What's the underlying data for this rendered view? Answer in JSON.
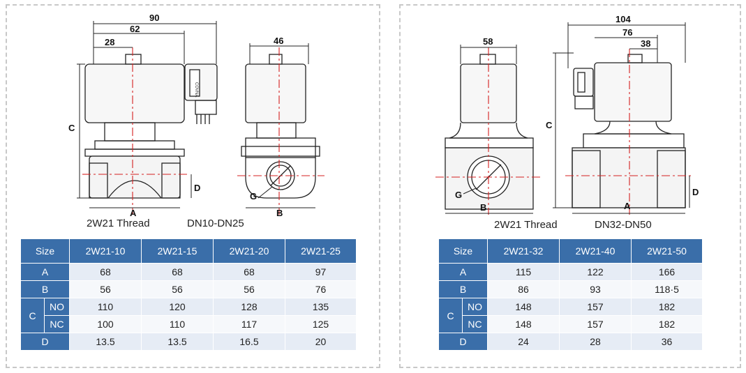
{
  "left": {
    "caption_model": "2W21 Thread",
    "caption_range": "DN10-DN25",
    "dims": {
      "overall": "90",
      "coil": "62",
      "inner": "28",
      "side": "46",
      "c": "C",
      "d": "D",
      "a": "A",
      "b": "B",
      "g": "G"
    },
    "coil_label": "COVNA",
    "table": {
      "headers": [
        "Size",
        "2W21-10",
        "2W21-15",
        "2W21-20",
        "2W21-25"
      ],
      "rows": [
        {
          "label": "A",
          "sub": "",
          "values": [
            "68",
            "68",
            "68",
            "97"
          ]
        },
        {
          "label": "B",
          "sub": "",
          "values": [
            "56",
            "56",
            "56",
            "76"
          ]
        },
        {
          "label": "C",
          "sub": "NO",
          "values": [
            "110",
            "120",
            "128",
            "135"
          ]
        },
        {
          "label": "",
          "sub": "NC",
          "values": [
            "100",
            "110",
            "117",
            "125"
          ]
        },
        {
          "label": "D",
          "sub": "",
          "values": [
            "13.5",
            "13.5",
            "16.5",
            "20"
          ]
        }
      ]
    }
  },
  "right": {
    "caption_model": "2W21 Thread",
    "caption_range": "DN32-DN50",
    "dims": {
      "overall": "104",
      "coil": "76",
      "inner": "38",
      "side": "58",
      "c": "C",
      "d": "D",
      "a": "A",
      "b": "B",
      "g": "G"
    },
    "table": {
      "headers": [
        "Size",
        "2W21-32",
        "2W21-40",
        "2W21-50"
      ],
      "rows": [
        {
          "label": "A",
          "sub": "",
          "values": [
            "115",
            "122",
            "166"
          ]
        },
        {
          "label": "B",
          "sub": "",
          "values": [
            "86",
            "93",
            "118·5"
          ]
        },
        {
          "label": "C",
          "sub": "NO",
          "values": [
            "148",
            "157",
            "182"
          ]
        },
        {
          "label": "",
          "sub": "NC",
          "values": [
            "148",
            "157",
            "182"
          ]
        },
        {
          "label": "D",
          "sub": "",
          "values": [
            "24",
            "28",
            "36"
          ]
        }
      ]
    }
  }
}
